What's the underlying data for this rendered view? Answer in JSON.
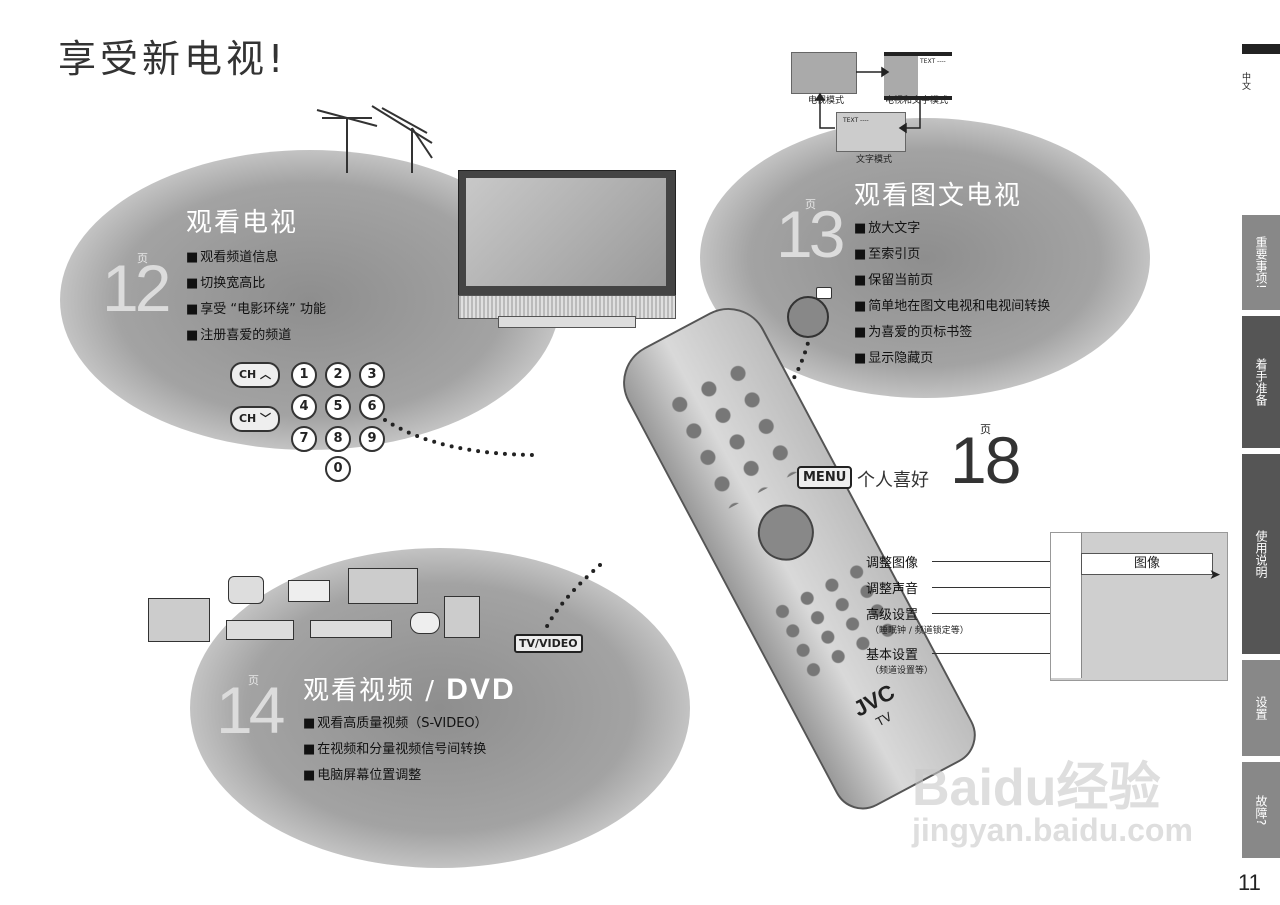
{
  "page_title": "享受新电视!",
  "page_number": "11",
  "side_tabs": [
    {
      "label": "中文"
    },
    {
      "label": "重要事项!"
    },
    {
      "label": "着手准备"
    },
    {
      "label": "使用说明"
    },
    {
      "label": "设置"
    },
    {
      "label": "故障?"
    }
  ],
  "sections": {
    "tv": {
      "ye": "页",
      "page": "12",
      "title": "观看电视",
      "items": [
        "观看频道信息",
        "切换宽高比",
        "享受 “电影环绕” 功能",
        "注册喜爱的频道"
      ]
    },
    "teletext": {
      "ye": "页",
      "page": "13",
      "title": "观看图文电视",
      "items": [
        "放大文字",
        "至索引页",
        "保留当前页",
        "简单地在图文电视和电视间转换",
        "为喜爱的页标书签",
        "显示隐藏页"
      ]
    },
    "video": {
      "ye": "页",
      "page": "14",
      "title": "观看视频 / ",
      "title_bold": "DVD",
      "items": [
        "观看高质量视频（S-VIDEO）",
        "在视频和分量视频信号间转换",
        "电脑屏幕位置调整"
      ]
    },
    "pref": {
      "ye": "页",
      "page": "18",
      "button": "MENU",
      "label": "个人喜好"
    }
  },
  "teletext_modes": {
    "tv_mode": "电视模式",
    "tv_text_mode": "电视和文字模式",
    "text_mode": "文字模式",
    "text_sample": "TEXT ----"
  },
  "remote": {
    "ch_up": "CH ︿",
    "ch_down": "CH ﹀",
    "digits": [
      "1",
      "2",
      "3",
      "4",
      "5",
      "6",
      "7",
      "8",
      "9",
      "0"
    ],
    "brand": "JVC",
    "model": "TV",
    "tv_video": "TV/VIDEO",
    "menu": "MENU",
    "tv_video_button": "TV/VIDEO"
  },
  "menu_panel": {
    "selected_item": "图像",
    "rows": [
      {
        "label": "调整图像",
        "sub": ""
      },
      {
        "label": "调整声音",
        "sub": ""
      },
      {
        "label": "高级设置",
        "sub": "（睡眠钟 / 频道锁定等）"
      },
      {
        "label": "基本设置",
        "sub": "（频道设置等）"
      }
    ]
  },
  "watermark": {
    "line1": "Baidu经验",
    "line2": "jingyan.baidu.com"
  }
}
